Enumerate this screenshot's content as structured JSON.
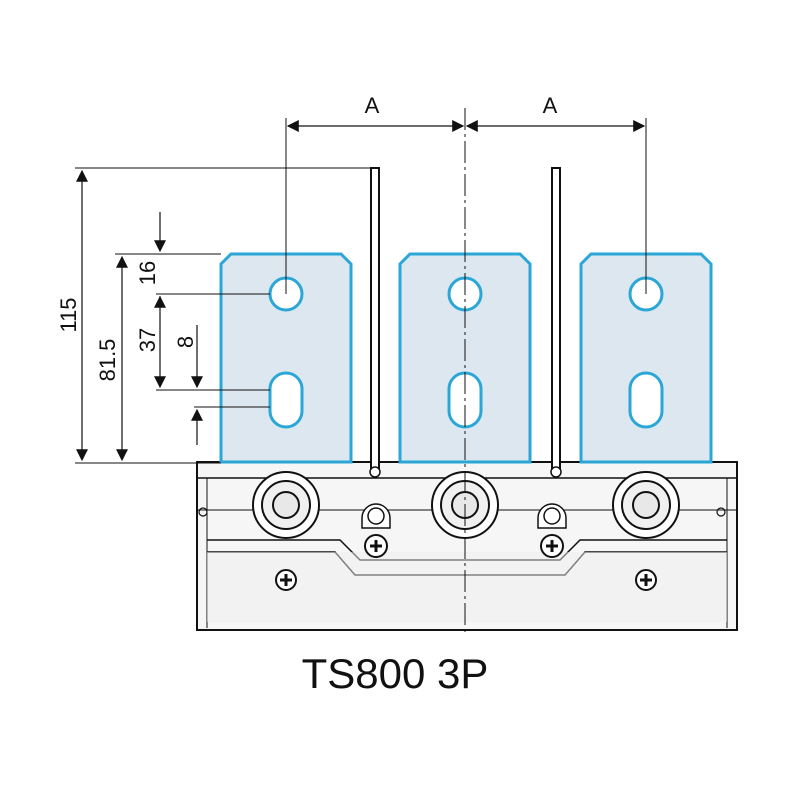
{
  "dimensions": {
    "a_left": "A",
    "a_right": "A",
    "d115": "115",
    "d81_5": "81.5",
    "d37": "37",
    "d16": "16",
    "d8": "8"
  },
  "caption": "TS800 3P",
  "colors": {
    "terminal_fill": "#dde7f0",
    "terminal_stroke": "#2aa7d6",
    "line": "#111111",
    "body_fill": "#f4f4f4"
  }
}
